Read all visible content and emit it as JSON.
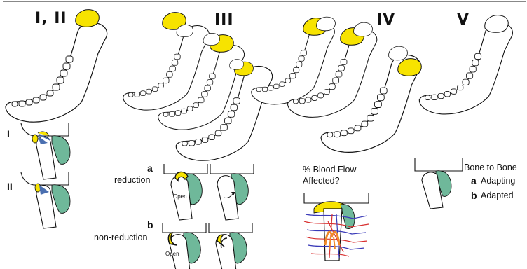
{
  "stages": {
    "s12": {
      "heading": "I, II",
      "sub_one": "I",
      "sub_two": "II"
    },
    "s3": {
      "heading": "III",
      "a_letter": "a",
      "a_label": "reduction",
      "a_open": "Open",
      "b_letter": "b",
      "b_label": "non-reduction",
      "b_open": "Open"
    },
    "s4": {
      "heading": "IV",
      "question": "% Blood Flow\nAffected?"
    },
    "s5": {
      "heading": "V",
      "title": "Bone to Bone",
      "a_letter": "a",
      "a_label": "Adapting",
      "b_letter": "b",
      "b_label": "Adapted"
    }
  },
  "colors": {
    "disc": "#f7e300",
    "bone": "#6fb89a",
    "arrow": "#4a6fb0",
    "vessel_red": "#d83030",
    "vessel_blue": "#3a3ab8",
    "vessel_orange": "#f08a2a",
    "outline": "#111111"
  },
  "icons": [
    "mandible-diagram",
    "condyle-disc-diagram",
    "blood-vessel-network"
  ]
}
